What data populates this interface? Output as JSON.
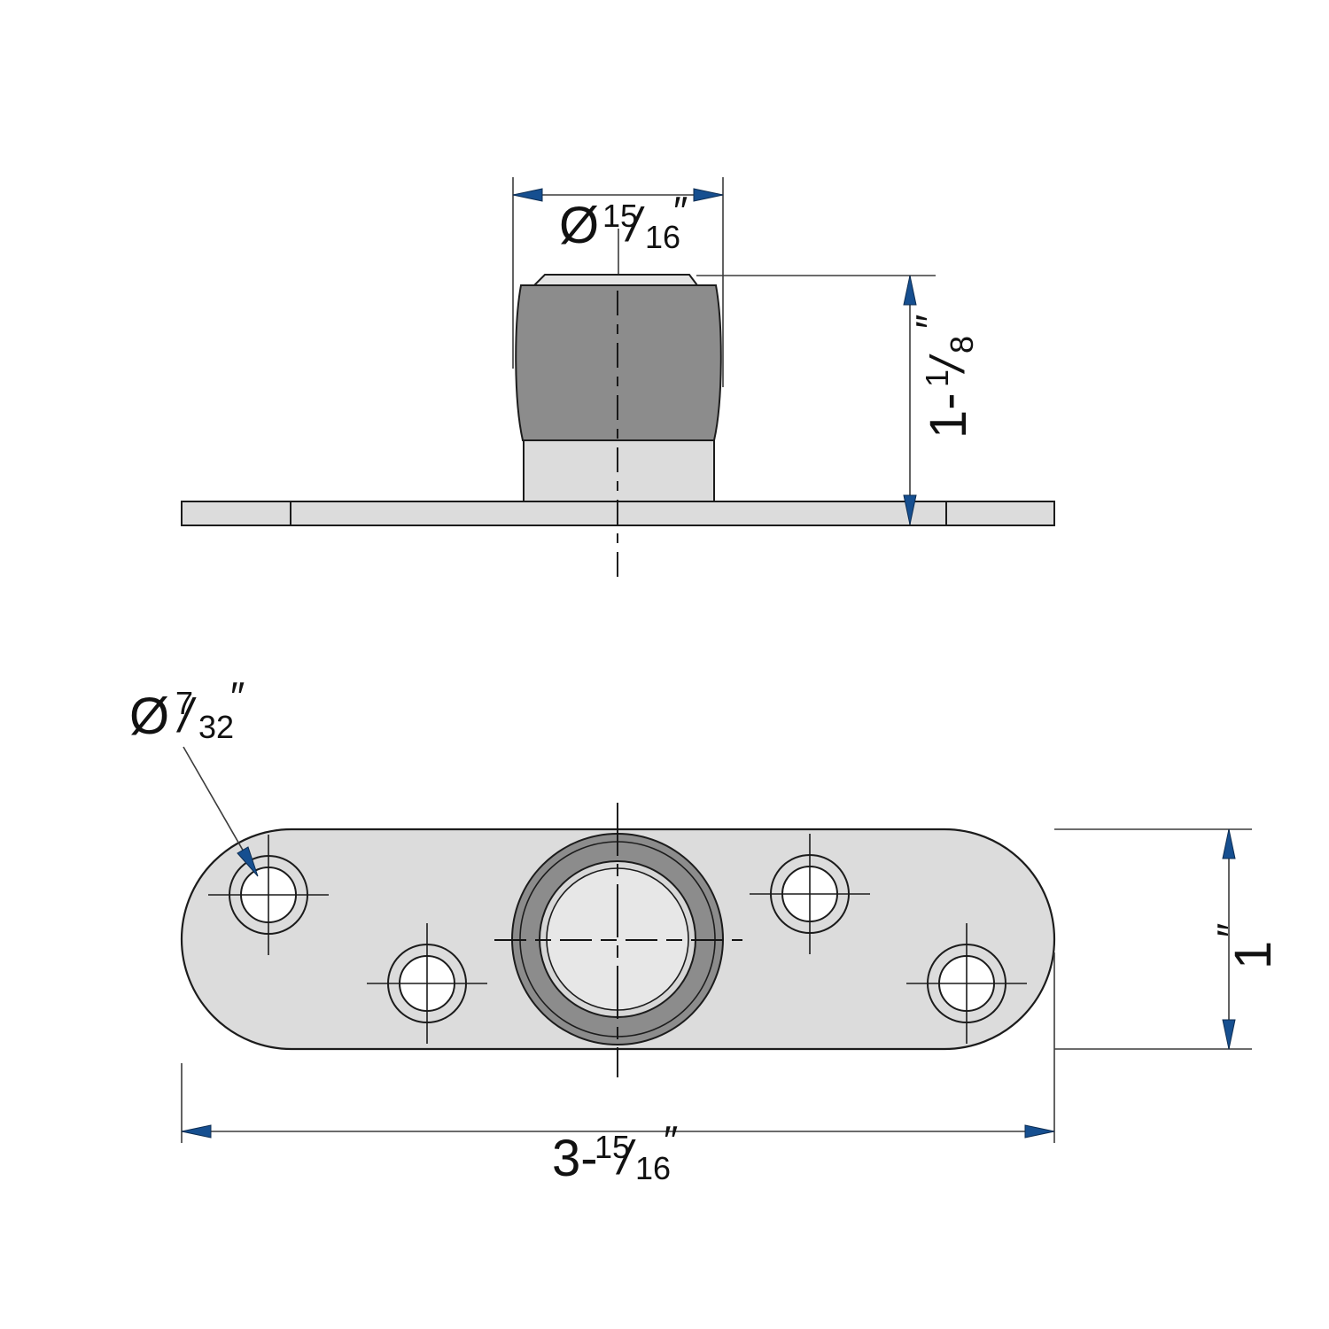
{
  "drawing": {
    "kind": "technical-drawing",
    "part": "round rubber bumper door stop on oval mounting plate",
    "colors": {
      "dimension_accent": "#164f90",
      "part_light_gray": "#dcdcdc",
      "part_dark_gray": "#8c8c8c",
      "outline": "#1c1c1c"
    },
    "side_view": {
      "name": "front elevation",
      "dimensions": {
        "bumper_diameter": {
          "text": "Ø 15/16″",
          "symbol": "Ø",
          "numerator": "15",
          "slash": "/",
          "denominator": "16",
          "unit": "″"
        },
        "overall_height": {
          "text": "1-1/8″",
          "prefix": "1-",
          "numerator": "1",
          "slash": "/",
          "denominator": "8",
          "unit": "″"
        }
      }
    },
    "plan_view": {
      "name": "top plan",
      "dimensions": {
        "hole_diameter": {
          "text": "Ø 7/32″",
          "symbol": "Ø",
          "numerator": "7",
          "slash": "/",
          "denominator": "32",
          "unit": "″"
        },
        "plate_length": {
          "text": "3-15/16″",
          "prefix": "3-",
          "numerator": "15",
          "slash": "/",
          "denominator": "16",
          "unit": "″"
        },
        "plate_width": {
          "text": "1″",
          "number": "1",
          "unit": "″"
        }
      },
      "hole_count": 4
    }
  }
}
